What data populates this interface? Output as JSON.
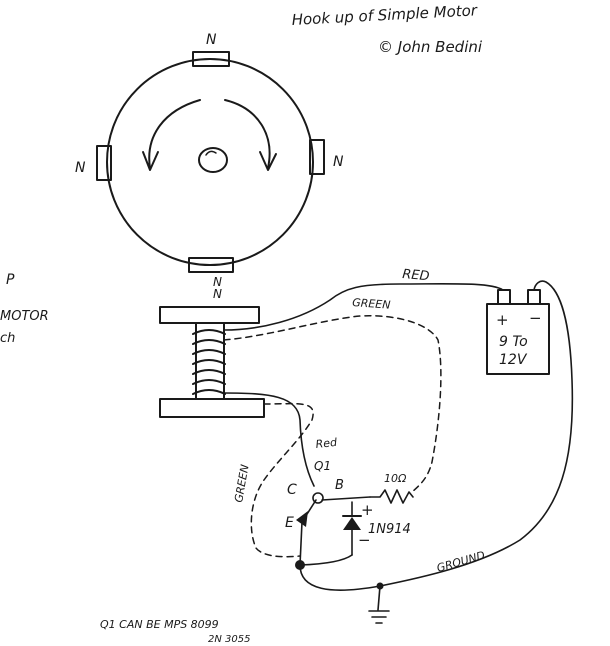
{
  "title": "Hook up of Simple Motor",
  "copyright": "© John Bedini",
  "left_fragments": [
    "P",
    "MOTOR",
    "ch"
  ],
  "magnet_poles": {
    "top": "N",
    "left": "N",
    "right": "N",
    "bottom": "N"
  },
  "coil_pole": "N",
  "wires": {
    "red": "RED",
    "green_top": "GREEN",
    "green_side": "GREEN",
    "red_small": "Red",
    "ground": "GROUND"
  },
  "battery": {
    "plus": "+",
    "minus": "−",
    "voltage_line1": "9 To",
    "voltage_line2": "12V"
  },
  "transistor": {
    "name": "Q1",
    "collector": "C",
    "base": "B",
    "emitter": "E"
  },
  "resistor": "10Ω",
  "diode": {
    "plus": "+",
    "minus": "−",
    "part": "1N914"
  },
  "note_line1": "Q1  CAN BE  MPS 8099",
  "note_line2": "2N 3055"
}
